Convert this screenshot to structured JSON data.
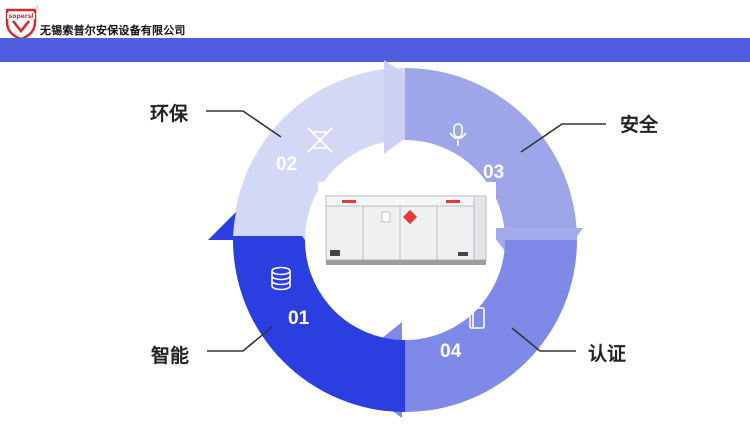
{
  "header": {
    "company_name": "无锡索普尔安保设备有限公司",
    "logo_text": "sopersl",
    "logo_mark": "®"
  },
  "colors": {
    "band": "#4f5ee0",
    "seg_01": "#2b3fe0",
    "seg_02": "#d3d8f6",
    "seg_03": "#9ea6ea",
    "seg_04": "#7f89e8",
    "logo_red": "#d52b2b"
  },
  "segments": [
    {
      "number": "01",
      "label": "智能",
      "icon": "database-icon"
    },
    {
      "number": "02",
      "label": "环保",
      "icon": "dna-icon"
    },
    {
      "number": "03",
      "label": "安全",
      "icon": "microphone-icon"
    },
    {
      "number": "04",
      "label": "认证",
      "icon": "book-icon"
    }
  ]
}
